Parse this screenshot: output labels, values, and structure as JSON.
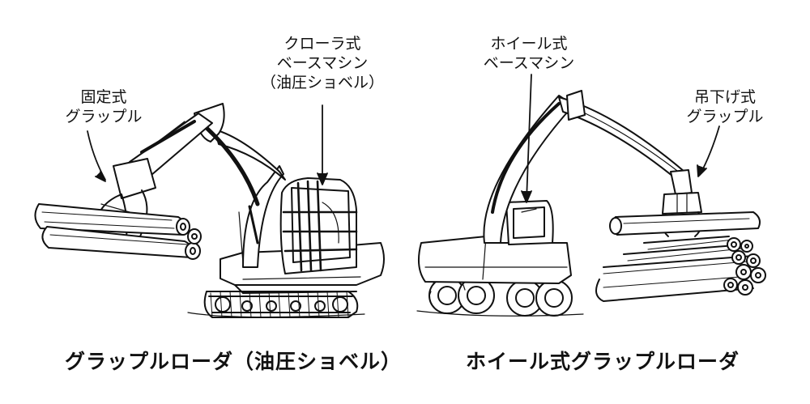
{
  "labels": {
    "fixed_grapple": [
      "固定式",
      "グラップル"
    ],
    "crawler_base": [
      "クローラ式",
      "ベースマシン",
      "（油圧ショベル）"
    ],
    "wheel_base": [
      "ホイール式",
      "ベースマシン"
    ],
    "hanging_grapple": [
      "吊下げ式",
      "グラップル"
    ]
  },
  "captions": {
    "left": "グラップルローダ（油圧ショベル）",
    "right": "ホイール式グラップルローダ"
  },
  "colors": {
    "ink": "#111111",
    "paper": "#ffffff"
  }
}
